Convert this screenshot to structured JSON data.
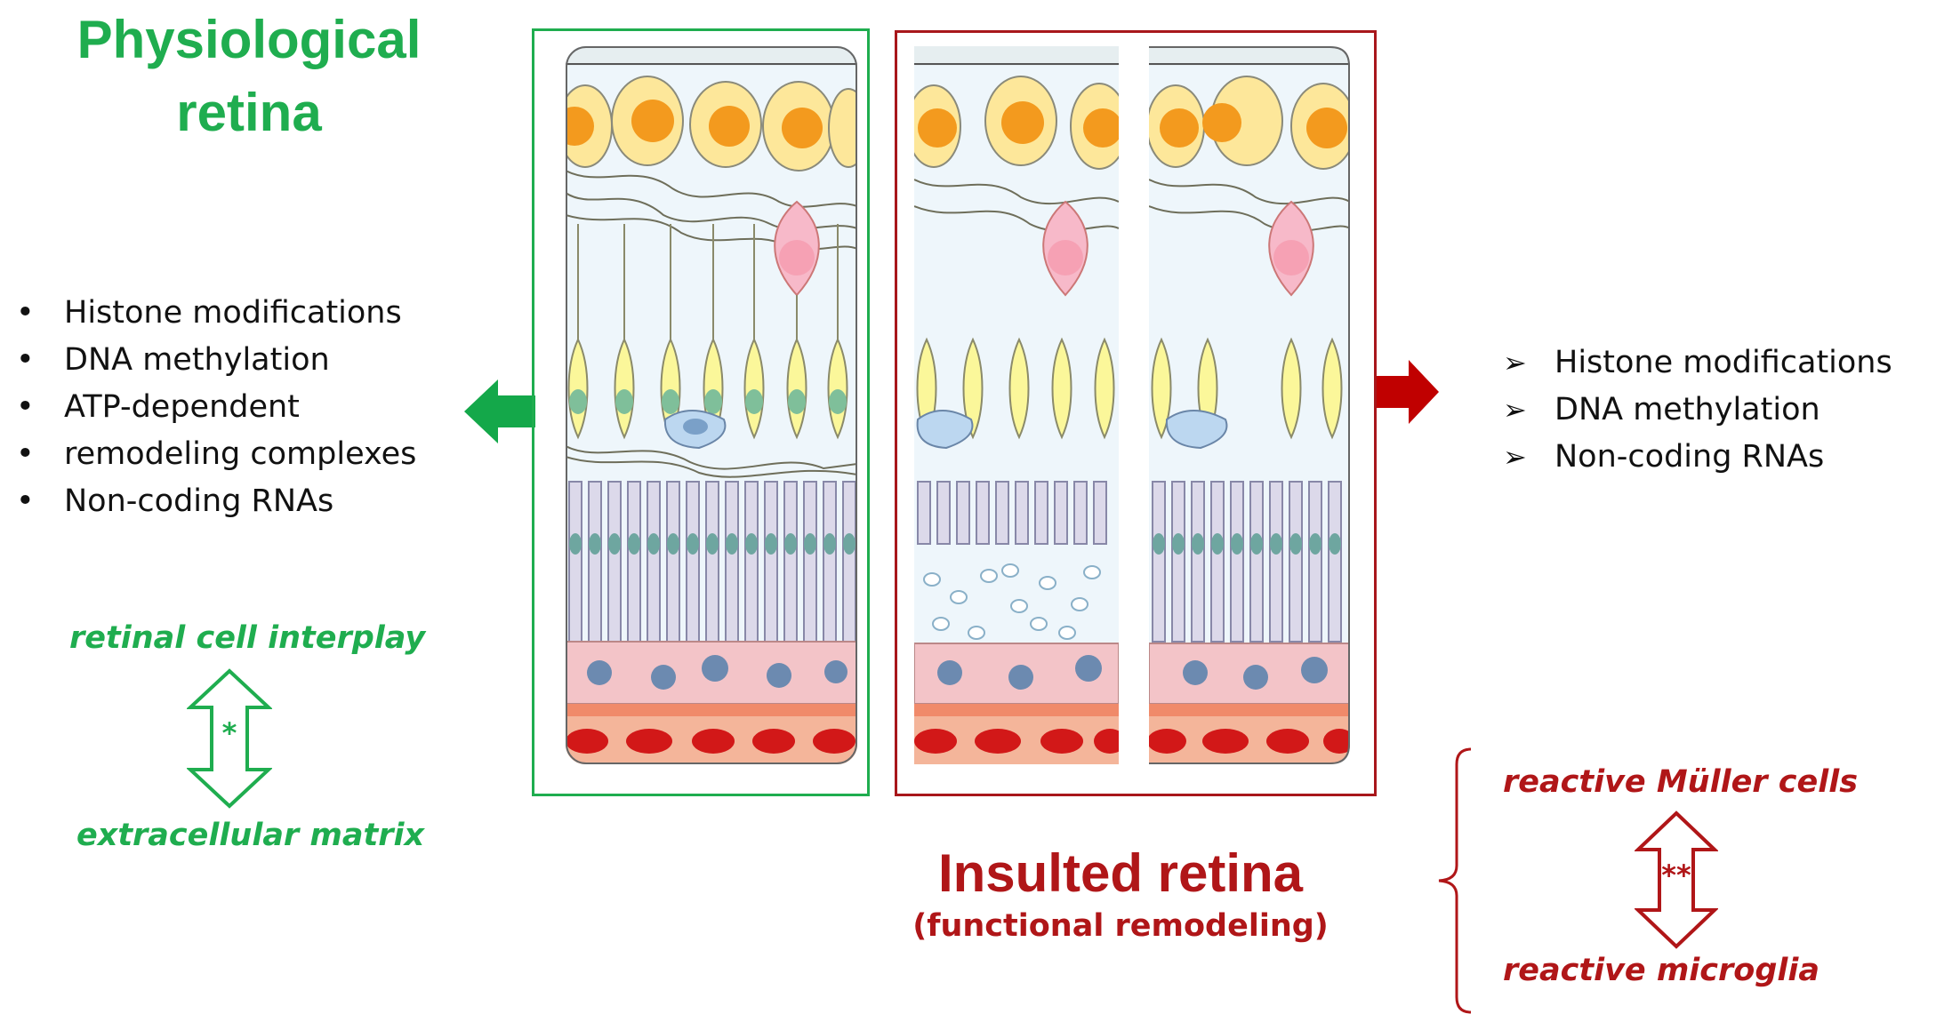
{
  "physiological": {
    "title_line1": "Physiological",
    "title_line2": "retina",
    "mechanisms": [
      "Histone modifications",
      "DNA methylation",
      "ATP-dependent",
      "remodeling complexes",
      "Non-coding RNAs"
    ],
    "interplay_top": "retinal cell interplay",
    "interplay_bottom": "extracellular matrix",
    "interplay_marker": "*"
  },
  "insulted": {
    "title": "Insulted retina",
    "subtitle": "(functional remodeling)",
    "mechanisms": [
      "Histone modifications",
      "DNA methylation",
      "Non-coding RNAs"
    ],
    "interplay_top": "reactive Müller cells",
    "interplay_bottom": "reactive microglia",
    "interplay_marker": "**"
  },
  "colors": {
    "green": "#1fad4f",
    "red": "#b01618",
    "dark_red": "#c00000"
  }
}
